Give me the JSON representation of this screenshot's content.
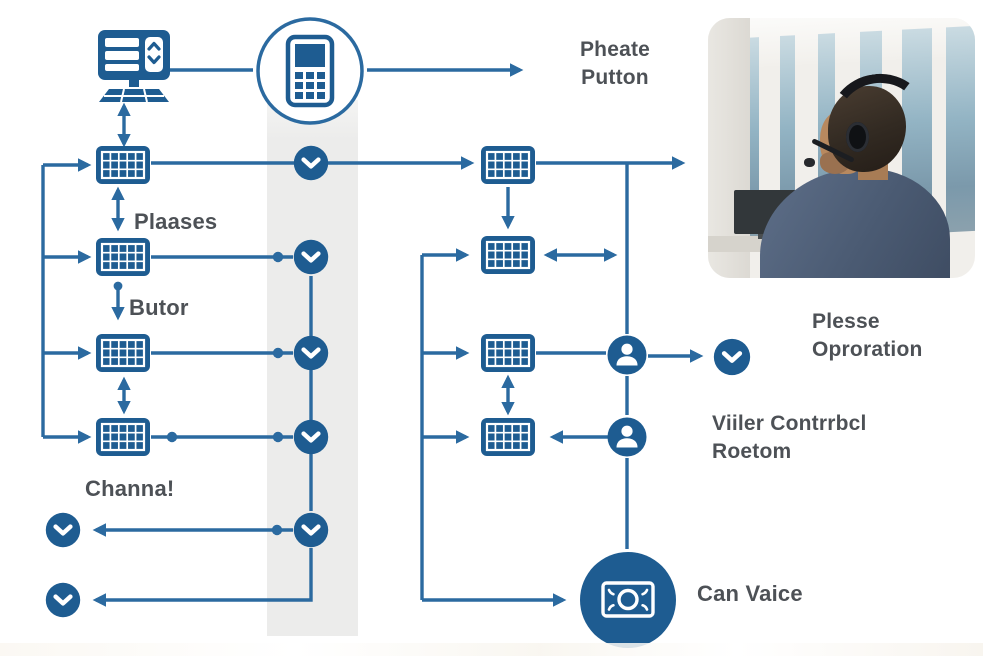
{
  "diagram": {
    "labels": {
      "phone_caption": "Pheate\nPutton",
      "keypad_gap_1": "Plaases",
      "keypad_gap_2": "Butor",
      "left_bottom": "Channa!",
      "operator_caption": "Plesse\nOproration",
      "control_room": "Viiler Contrrbcl\nRoetom",
      "cash_caption": "Can Vaice"
    },
    "colors": {
      "accent_blue": "#1e5c91",
      "line_blue": "#2b6aa0",
      "band_gray": "#ececeb",
      "text_gray": "#4d5156"
    },
    "icons": [
      "monitor-icon",
      "phone-icon",
      "keypad-icon",
      "chevron-down-icon",
      "person-icon",
      "banknote-icon",
      "headset-agent-photo"
    ]
  }
}
